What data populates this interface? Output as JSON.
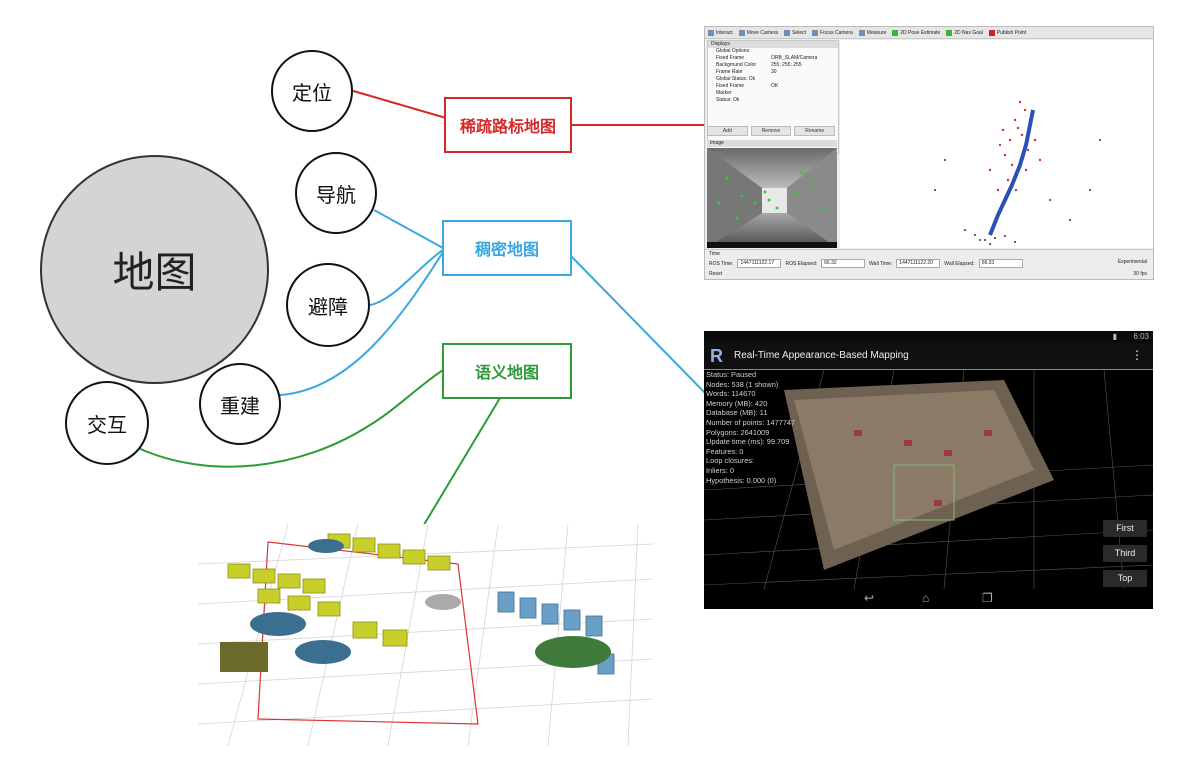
{
  "center": {
    "label": "地图"
  },
  "uses": [
    {
      "id": "localization",
      "label": "定位"
    },
    {
      "id": "navigation",
      "label": "导航"
    },
    {
      "id": "avoidance",
      "label": "避障"
    },
    {
      "id": "reconstruction",
      "label": "重建"
    },
    {
      "id": "interaction",
      "label": "交互"
    }
  ],
  "map_types": [
    {
      "id": "sparse",
      "label": "稀疏路标地图",
      "color": "#d42a2a"
    },
    {
      "id": "dense",
      "label": "稠密地图",
      "color": "#3aa7e0"
    },
    {
      "id": "semantic",
      "label": "语义地图",
      "color": "#2f9a3a"
    }
  ],
  "rviz": {
    "toolbar": [
      "Interact",
      "Move Camera",
      "Select",
      "Focus Camera",
      "Measure",
      "2D Pose Estimate",
      "2D Nav Goal",
      "Publish Point"
    ],
    "displays_title": "Displays",
    "display_rows": [
      {
        "k": "Global Options",
        "v": ""
      },
      {
        "k": "Fixed Frame",
        "v": "ORB_SLAM/Camera"
      },
      {
        "k": "Background Color",
        "v": "255; 255; 255"
      },
      {
        "k": "Frame Rate",
        "v": "30"
      },
      {
        "k": "Global Status: Ok",
        "v": ""
      },
      {
        "k": "Fixed Frame",
        "v": "OK"
      },
      {
        "k": "Marker",
        "v": ""
      },
      {
        "k": "Status: Ok",
        "v": ""
      }
    ],
    "buttons": [
      "Add",
      "Remove",
      "Rename"
    ],
    "image_title": "Image",
    "time_title": "Time",
    "ros_time_label": "ROS Time:",
    "ros_time": "1447111122.17",
    "ros_elapsed_label": "ROS Elapsed:",
    "ros_elapsed": "66.32",
    "wall_time_label": "Wall Time:",
    "wall_time": "1447111122.20",
    "wall_elapsed_label": "Wall Elapsed:",
    "wall_elapsed": "66.33",
    "experimental": "Experimental",
    "reset": "Reset",
    "fps": "30 fps"
  },
  "android": {
    "clock": "6:03",
    "app_title": "Real-Time Appearance-Based Mapping",
    "stats": [
      "Status: Paused",
      "Nodes: 538 (1 shown)",
      "Words: 114670",
      "Memory (MB): 420",
      "Database (MB): 11",
      "Number of points: 1477747",
      "Polygons: 2641009",
      "Update time (ms): 99.709",
      "Features: 0",
      "Loop closures: ",
      "Inliers: 0",
      "Hypothesis: 0.000 (0)"
    ],
    "view_buttons": [
      "First",
      "Third",
      "Top"
    ]
  },
  "colors": {
    "red": "#d42a2a",
    "blue": "#3aa7e0",
    "green": "#2f9a3a"
  }
}
